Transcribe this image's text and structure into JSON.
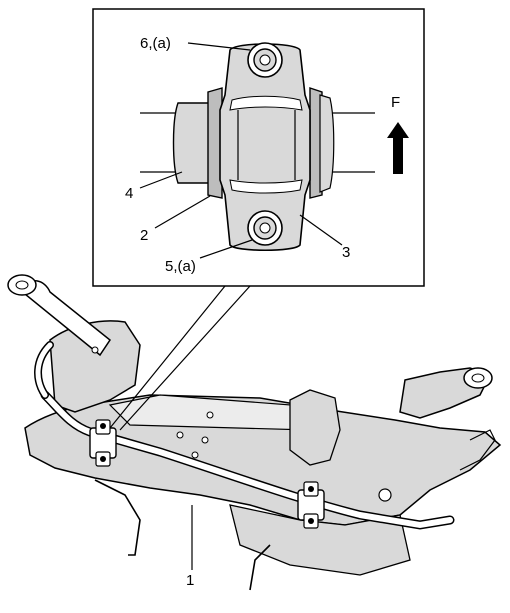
{
  "labels": {
    "l1": "1",
    "l2": "2",
    "l3": "3",
    "l4": "4",
    "l5": "5,(a)",
    "l6": "6,(a)",
    "forward": "F"
  },
  "colors": {
    "line": "#000000",
    "shade": "#d9d9d9",
    "shade_dark": "#bdbdbd",
    "paper": "#ffffff"
  }
}
